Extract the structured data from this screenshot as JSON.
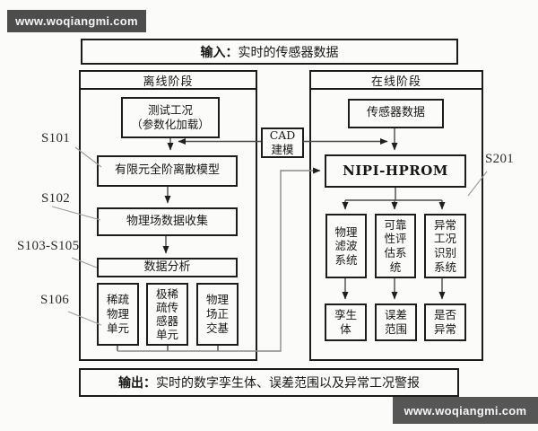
{
  "banners": {
    "top": "www.woqiangmi.com",
    "bottom": "www.woqiangmi.com"
  },
  "input_bar": {
    "prefix": "输入：",
    "text": "实时的传感器数据"
  },
  "output_bar": {
    "prefix": "输出：",
    "text": "实时的数字孪生体、误差范围以及异常工况警报"
  },
  "offline": {
    "title": "离线阶段",
    "test_box": "测试工况\n（参数化加载）",
    "fem_box": "有限元全阶离散模型",
    "collect_box": "物理场数据收集",
    "analysis_box": "数据分析",
    "sub_boxes": [
      "稀疏\n物理\n单元",
      "极稀\n疏传\n感器\n单元",
      "物理\n场正\n交基"
    ]
  },
  "online": {
    "title": "在线阶段",
    "sensor_box": "传感器数据",
    "nipi_box": "NIPI-HPROM",
    "system_boxes": [
      "物理\n滤波\n系统",
      "可靠\n性评\n估系\n统",
      "异常\n工况\n识别\n系统"
    ],
    "result_boxes": [
      "孪生\n体",
      "误差\n范围",
      "是否\n异常"
    ]
  },
  "cad_box": "CAD\n建模",
  "step_labels": {
    "s101": "S101",
    "s102": "S102",
    "s103_105": "S103-S105",
    "s106": "S106",
    "s201": "S201"
  },
  "colors": {
    "background": "#fbfbf9",
    "border": "#1b1b1b",
    "connector": "#4a4a4a",
    "route_line": "#8a8a8a",
    "leader_line": "#9c9c9c",
    "banner_bg": "#4d4d4d",
    "banner_text": "#f5f5f5"
  }
}
